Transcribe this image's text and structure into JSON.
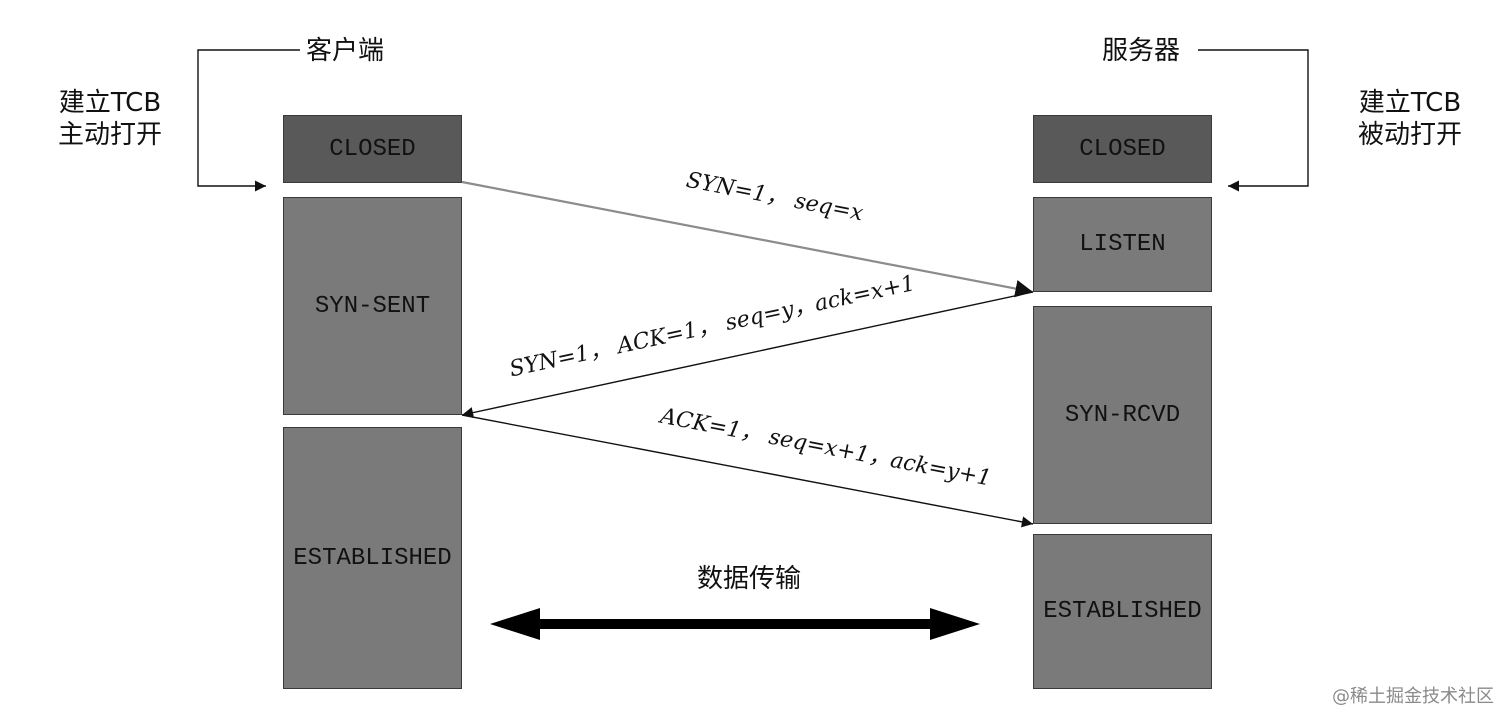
{
  "client": {
    "title": "客户端",
    "tcb_line1": "建立TCB",
    "tcb_line2": "主动打开"
  },
  "server": {
    "title": "服务器",
    "tcb_line1": "建立TCB",
    "tcb_line2": "被动打开"
  },
  "states": {
    "client_closed": "CLOSED",
    "client_syn_sent": "SYN-SENT",
    "client_established": "ESTABLISHED",
    "server_closed": "CLOSED",
    "server_listen": "LISTEN",
    "server_syn_rcvd": "SYN-RCVD",
    "server_established": "ESTABLISHED"
  },
  "messages": {
    "syn": "SYN=1， seq=x",
    "syn_ack": "SYN=1， ACK=1， seq=y，ack=x+1",
    "ack": "ACK=1， seq=x+1，ack=y+1"
  },
  "data_transfer": "数据传输",
  "watermark": "@稀土掘金技术社区",
  "colors": {
    "closed_box": "#595959",
    "state_box": "#7a7a7a",
    "arrow": "#111111",
    "syn_line": "#8c8c8c"
  }
}
